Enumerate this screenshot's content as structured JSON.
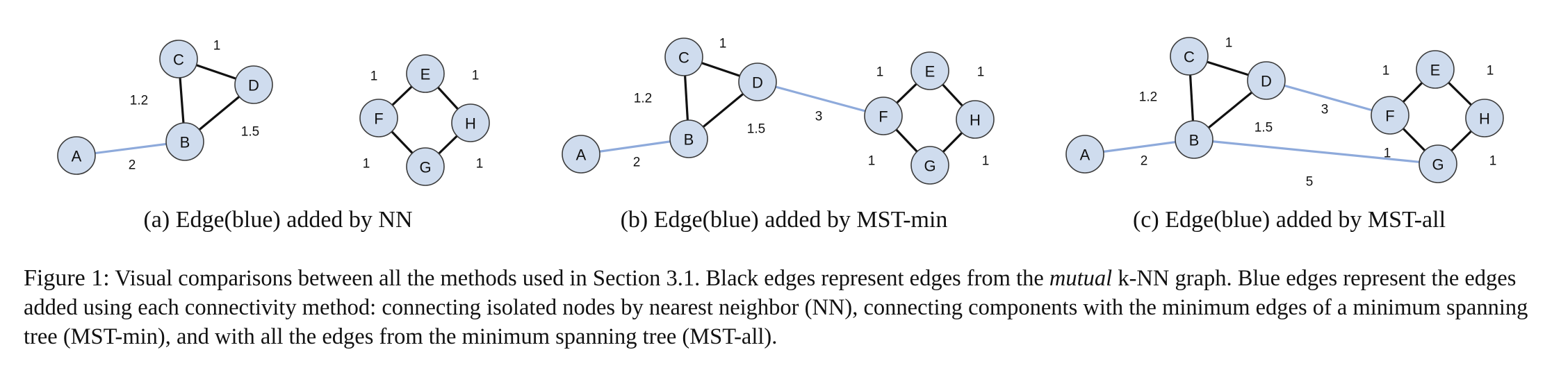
{
  "colors": {
    "node_fill": "#cfdcee",
    "mutual_knn_edge": "#111111",
    "added_edge": "#8eaadb"
  },
  "panels": [
    {
      "caption": "(a) Edge(blue) added by NN",
      "nodes": [
        "A",
        "B",
        "C",
        "D",
        "E",
        "F",
        "G",
        "H"
      ],
      "edges": [
        {
          "from": "C",
          "to": "D",
          "weight": "1",
          "color": "black"
        },
        {
          "from": "C",
          "to": "B",
          "weight": "1.2",
          "color": "black"
        },
        {
          "from": "B",
          "to": "D",
          "weight": "1.5",
          "color": "black"
        },
        {
          "from": "A",
          "to": "B",
          "weight": "2",
          "color": "blue"
        },
        {
          "from": "F",
          "to": "E",
          "weight": "1",
          "color": "black"
        },
        {
          "from": "E",
          "to": "H",
          "weight": "1",
          "color": "black"
        },
        {
          "from": "F",
          "to": "G",
          "weight": "1",
          "color": "black"
        },
        {
          "from": "G",
          "to": "H",
          "weight": "1",
          "color": "black"
        }
      ]
    },
    {
      "caption": "(b) Edge(blue) added by MST-min",
      "nodes": [
        "A",
        "B",
        "C",
        "D",
        "E",
        "F",
        "G",
        "H"
      ],
      "edges": [
        {
          "from": "C",
          "to": "D",
          "weight": "1",
          "color": "black"
        },
        {
          "from": "C",
          "to": "B",
          "weight": "1.2",
          "color": "black"
        },
        {
          "from": "B",
          "to": "D",
          "weight": "1.5",
          "color": "black"
        },
        {
          "from": "A",
          "to": "B",
          "weight": "2",
          "color": "blue"
        },
        {
          "from": "D",
          "to": "F",
          "weight": "3",
          "color": "blue"
        },
        {
          "from": "F",
          "to": "E",
          "weight": "1",
          "color": "black"
        },
        {
          "from": "E",
          "to": "H",
          "weight": "1",
          "color": "black"
        },
        {
          "from": "F",
          "to": "G",
          "weight": "1",
          "color": "black"
        },
        {
          "from": "G",
          "to": "H",
          "weight": "1",
          "color": "black"
        }
      ]
    },
    {
      "caption": "(c) Edge(blue) added by MST-all",
      "nodes": [
        "A",
        "B",
        "C",
        "D",
        "E",
        "F",
        "G",
        "H"
      ],
      "edges": [
        {
          "from": "C",
          "to": "D",
          "weight": "1",
          "color": "black"
        },
        {
          "from": "C",
          "to": "B",
          "weight": "1.2",
          "color": "black"
        },
        {
          "from": "B",
          "to": "D",
          "weight": "1.5",
          "color": "black"
        },
        {
          "from": "A",
          "to": "B",
          "weight": "2",
          "color": "blue"
        },
        {
          "from": "D",
          "to": "F",
          "weight": "3",
          "color": "blue"
        },
        {
          "from": "B",
          "to": "G",
          "weight": "5",
          "color": "blue"
        },
        {
          "from": "F",
          "to": "E",
          "weight": "1",
          "color": "black"
        },
        {
          "from": "E",
          "to": "H",
          "weight": "1",
          "color": "black"
        },
        {
          "from": "F",
          "to": "G",
          "weight": "1",
          "color": "black"
        },
        {
          "from": "G",
          "to": "H",
          "weight": "1",
          "color": "black"
        }
      ]
    }
  ],
  "figure_caption": {
    "label": "Figure 1:",
    "text_before_emphasis": "Visual comparisons between all the methods used in Section 3.1. Black edges represent edges from the",
    "emphasis": "mutual",
    "text_after_emphasis": "k-NN graph. Blue edges represent the edges added using each connectivity method: connecting isolated nodes by nearest neighbor (NN), connecting components with the minimum edges of a minimum spanning tree (MST-min), and with all the edges from the minimum spanning tree (MST-all)."
  }
}
